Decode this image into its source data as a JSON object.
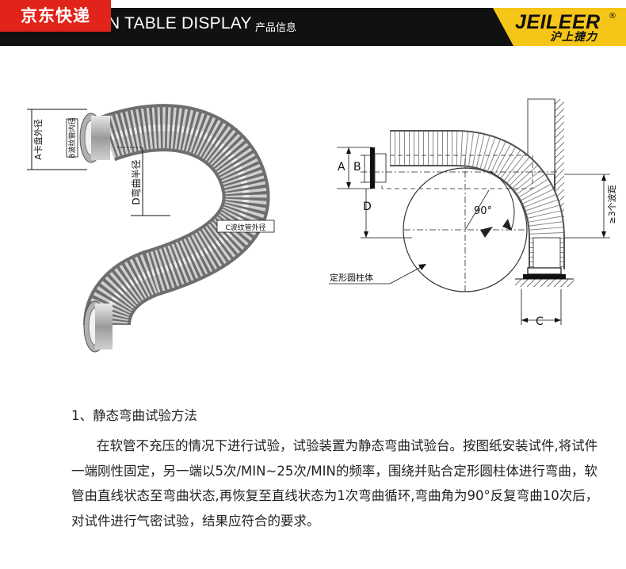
{
  "badge": {
    "label": "京东快递"
  },
  "header": {
    "title": "N TABLE DISPLAY",
    "subtitle": "产品信息",
    "brand_en": "JEILEER",
    "brand_cn": "沪上捷力",
    "brand_reg": "®",
    "accent_color": "#f5c518"
  },
  "photo_labels": {
    "a": "A卡盘外径",
    "b": "B波纹管内径",
    "d": "D弯曲半径",
    "c": "C波纹管外径"
  },
  "diagram_labels": {
    "a": "A",
    "b": "B",
    "d": "D",
    "angle": "90°",
    "pitch": "≥3个波距",
    "cylinder": "定形圆柱体",
    "c": "C"
  },
  "content": {
    "heading": "1、静态弯曲试验方法",
    "paragraph": "在软管不充压的情况下进行试验，试验装置为静态弯曲试验台。按图纸安装试件,将试件一端刚性固定，另一端以5次/MIN~25次/MIN的频率，围绕并贴合定形圆柱体进行弯曲，软管由直线状态至弯曲状态,再恢复至直线状态为1次弯曲循环,弯曲角为90°反复弯曲10次后，对试件进行气密试验，结果应符合的要求。"
  }
}
